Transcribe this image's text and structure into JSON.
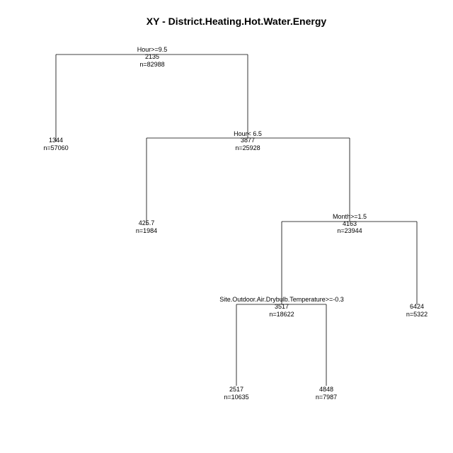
{
  "title": "XY - District.Heating.Hot.Water.Energy",
  "nodes": [
    {
      "id": "root",
      "split": "Hour>=9.5",
      "value": "2135",
      "n": "n=82988"
    },
    {
      "id": "L",
      "split": "",
      "value": "1344",
      "n": "n=57060"
    },
    {
      "id": "R",
      "split": "Hour< 6.5",
      "value": "3877",
      "n": "n=25928"
    },
    {
      "id": "RL",
      "split": "",
      "value": "425.7",
      "n": "n=1984"
    },
    {
      "id": "RR",
      "split": "Month>=1.5",
      "value": "4163",
      "n": "n=23944"
    },
    {
      "id": "RRL",
      "split": "Site.Outdoor.Air.Drybulb.Temperature>=-0.3",
      "value": "3517",
      "n": "n=18622"
    },
    {
      "id": "RRR",
      "split": "",
      "value": "6424",
      "n": "n=5322"
    },
    {
      "id": "RRLL",
      "split": "",
      "value": "2517",
      "n": "n=10635"
    },
    {
      "id": "RRLR",
      "split": "",
      "value": "4848",
      "n": "n=7987"
    }
  ]
}
